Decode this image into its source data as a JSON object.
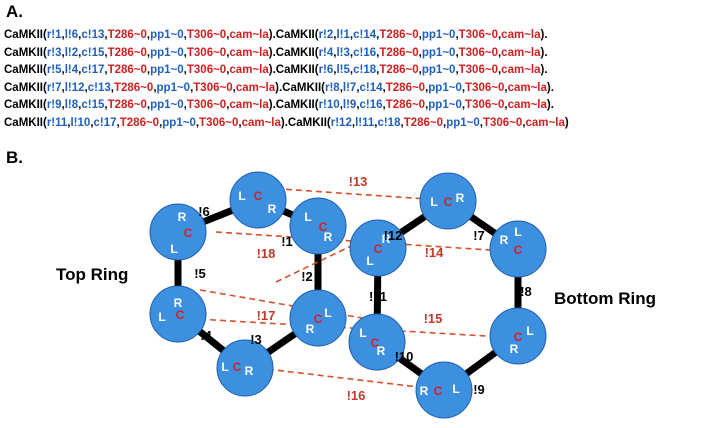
{
  "panel_a_label": "A.",
  "panel_b_label": "B.",
  "rules": [
    "CaMKII(r!1,l!6,c!13,T286~0,pp1~0,T306~0,cam~la).CaMKII(r!2,l!1,c!14,T286~0,pp1~0,T306~0,cam~la).",
    "CaMKII(r!3,l!2,c!15,T286~0,pp1~0,T306~0,cam~la).CaMKII(r!4,l!3,c!16,T286~0,pp1~0,T306~0,cam~la).",
    "CaMKII(r!5,l!4,c!17,T286~0,pp1~0,T306~0,cam~la).CaMKII(r!6,l!5,c!18,T286~0,pp1~0,T306~0,cam~la).",
    "CaMKII(r!7,l!12,c!13,T286~0,pp1~0,T306~0,cam~la).CaMKII(r!8,l!7,c!14,T286~0,pp1~0,T306~0,cam~la).",
    "CaMKII(r!9,l!8,c!15,T286~0,pp1~0,T306~0,cam~la).CaMKII(r!10,l!9,c!16,T286~0,pp1~0,T306~0,cam~la).",
    "CaMKII(r!11,l!10,c!17,T286~0,pp1~0,T306~0,cam~la).CaMKII(r!12,l!11,c!18,T286~0,pp1~0,T306~0,cam~la)"
  ],
  "top_ring_label": "Top Ring",
  "bottom_ring_label": "Bottom Ring",
  "subunit_labels": {
    "center": "C",
    "left": "L",
    "right": "R"
  },
  "bond_labels": [
    "!1",
    "!2",
    "!3",
    "!4",
    "!5",
    "!6",
    "!7",
    "!8",
    "!9",
    "!10",
    "!11",
    "!12"
  ],
  "cross_bond_labels": [
    "!13",
    "!14",
    "!15",
    "!16",
    "!17",
    "!18"
  ],
  "colors": {
    "subunit_fill": "#3d8fe0",
    "subunit_edge": "#1f5fa8",
    "center_site": "#d62020",
    "side_site": "#ffffff",
    "ring_bond": "#000000",
    "cross_bond": "#d9502a",
    "rule_black": "#000000",
    "rule_blue": "#1f5fbf",
    "rule_red": "#d02020"
  }
}
